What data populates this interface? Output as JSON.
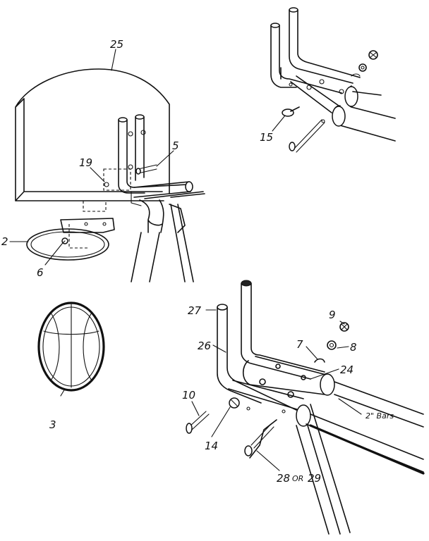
{
  "labels": {
    "p25": "25",
    "p19": "19",
    "p5": "5",
    "p2": "2",
    "p6": "6",
    "p15": "15",
    "p3": "3",
    "p27": "27",
    "p26": "26",
    "p9": "9",
    "p7": "7",
    "p8": "8",
    "p24": "24",
    "p10": "10",
    "p14": "14",
    "p28": "28",
    "or": "OR",
    "p29": "29",
    "bars": "2\" Bars"
  }
}
